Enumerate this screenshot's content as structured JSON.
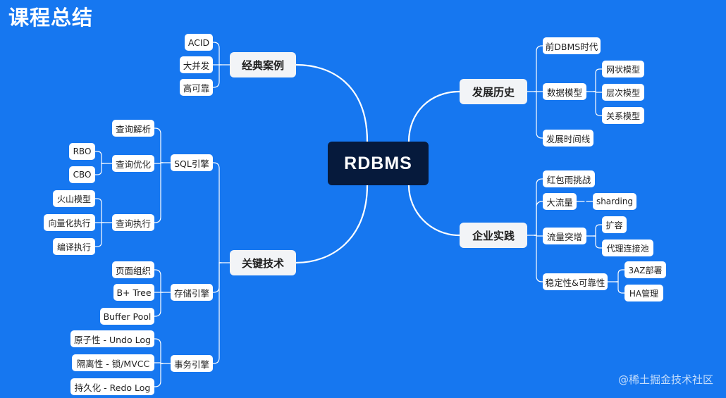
{
  "title": "课程总结",
  "watermark": "@稀土掘金技术社区",
  "colors": {
    "background": "#1677f0",
    "root_fill": "#061a3c",
    "line": "#ffffff"
  },
  "root": "RDBMS",
  "left": [
    {
      "id": "classic",
      "label": "经典案例",
      "children": [
        {
          "label": "ACID"
        },
        {
          "label": "大并发"
        },
        {
          "label": "高可靠"
        }
      ]
    },
    {
      "id": "tech",
      "label": "关键技术",
      "children": [
        {
          "label": "SQL引擎",
          "children": [
            {
              "label": "查询解析"
            },
            {
              "label": "查询优化",
              "children": [
                {
                  "label": "RBO"
                },
                {
                  "label": "CBO"
                }
              ]
            },
            {
              "label": "查询执行",
              "children": [
                {
                  "label": "火山模型"
                },
                {
                  "label": "向量化执行"
                },
                {
                  "label": "编译执行"
                }
              ]
            }
          ]
        },
        {
          "label": "存储引擎",
          "children": [
            {
              "label": "页面组织"
            },
            {
              "label": "B+ Tree"
            },
            {
              "label": "Buffer Pool"
            }
          ]
        },
        {
          "label": "事务引擎",
          "children": [
            {
              "label": "原子性 - Undo Log"
            },
            {
              "label": "隔离性 - 锁/MVCC"
            },
            {
              "label": "持久化 - Redo Log"
            }
          ]
        }
      ]
    }
  ],
  "right": [
    {
      "id": "history",
      "label": "发展历史",
      "children": [
        {
          "label": "前DBMS时代"
        },
        {
          "label": "数据模型",
          "children": [
            {
              "label": "网状模型"
            },
            {
              "label": "层次模型"
            },
            {
              "label": "关系模型"
            }
          ]
        },
        {
          "label": "发展时间线"
        }
      ]
    },
    {
      "id": "practice",
      "label": "企业实践",
      "children": [
        {
          "label": "红包雨挑战"
        },
        {
          "label": "大流量",
          "children": [
            {
              "label": "sharding"
            }
          ]
        },
        {
          "label": "流量突增",
          "children": [
            {
              "label": "扩容"
            },
            {
              "label": "代理连接池"
            }
          ]
        },
        {
          "label": "稳定性&可靠性",
          "children": [
            {
              "label": "3AZ部署"
            },
            {
              "label": "HA管理"
            }
          ]
        }
      ]
    }
  ]
}
